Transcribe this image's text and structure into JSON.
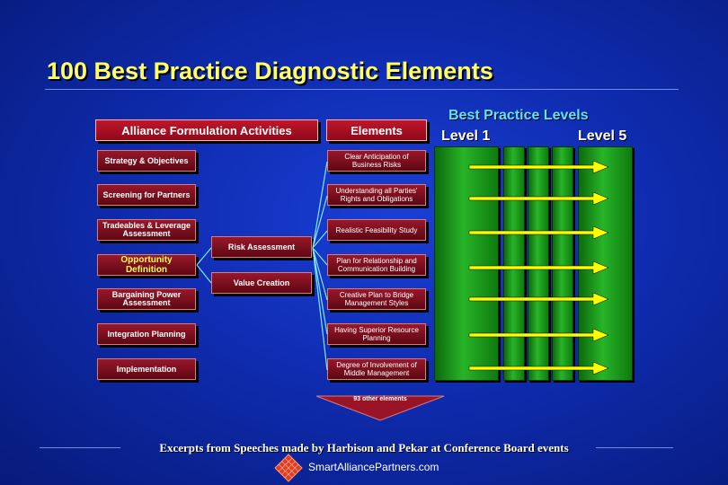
{
  "title": "100 Best Practice Diagnostic Elements",
  "activities_header": "Alliance Formulation Activities",
  "elements_header": "Elements",
  "levels_title": "Best Practice Levels",
  "level_start": "Level 1",
  "level_end": "Level 5",
  "activities": [
    "Strategy & Objectives",
    "Screening for Partners",
    "Tradeables & Leverage Assessment",
    "Opportunity Definition",
    "Bargaining Power Assessment",
    "Integration Planning",
    "Implementation"
  ],
  "sub_activities": [
    "Risk Assessment",
    "Value Creation"
  ],
  "elements": [
    "Clear Anticipation of Business Risks",
    "Understanding all Parties' Rights and Obligations",
    "Realistic Feasibility Study",
    "Plan for Relationship and Communication Building",
    "Creative Plan to Bridge Management Styles",
    "Having Superior Resource Planning",
    "Degree of Involvement of Middle Management"
  ],
  "more_elements": "93 other elements",
  "footer": "Excerpts from Speeches made by Harbison and Pekar at Conference Board events",
  "website": "SmartAlliancePartners.com",
  "colors": {
    "title": "#ffff66",
    "levels_title": "#66e0ff",
    "arrow": "#ffff00",
    "box": "#98182a",
    "level_column": "#28b428"
  }
}
